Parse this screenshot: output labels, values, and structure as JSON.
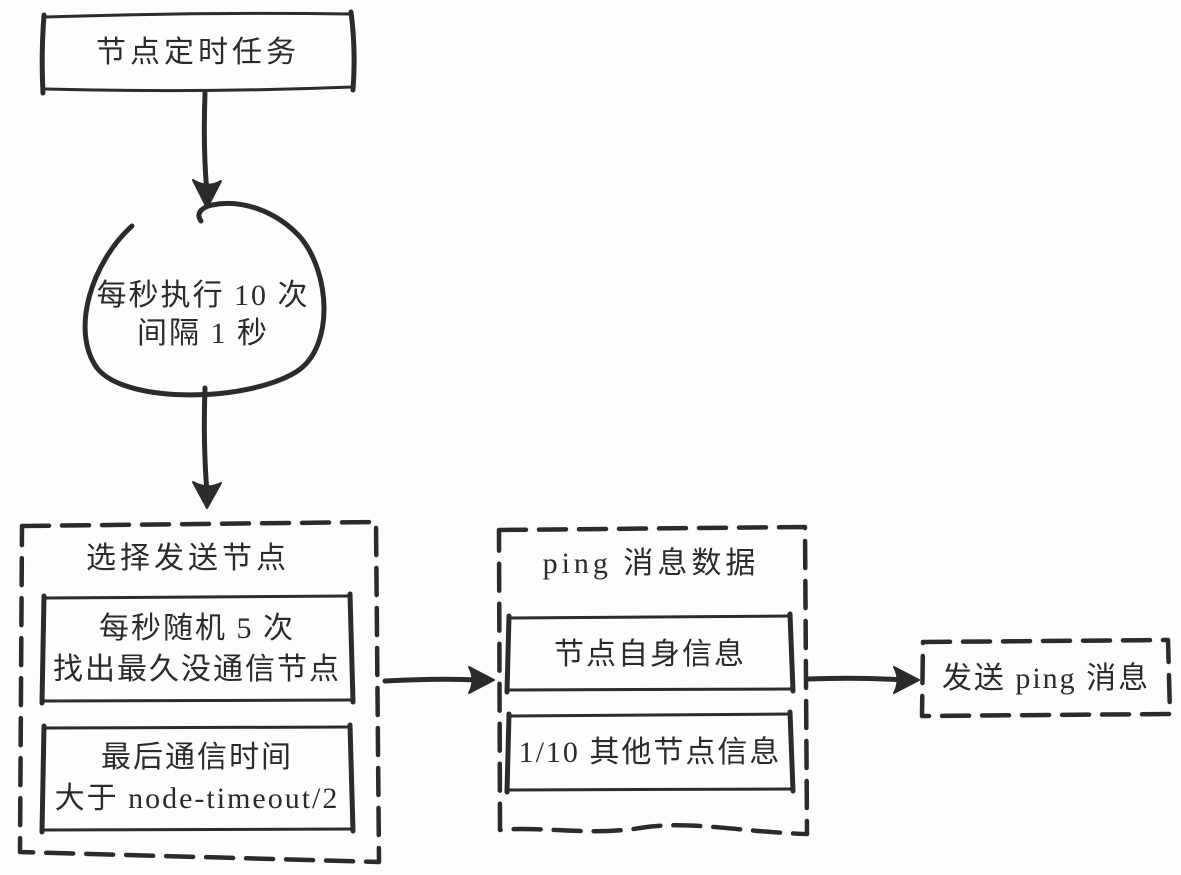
{
  "nodes": {
    "timer_task": {
      "label": "节点定时任务"
    },
    "frequency": {
      "line1": "每秒执行 10 次",
      "line2": "间隔 1 秒"
    },
    "select_group": {
      "title": "选择发送节点",
      "step1": {
        "line1": "每秒随机 5 次",
        "line2": "找出最久没通信节点"
      },
      "step2": {
        "line1": "最后通信时间",
        "line2": "大于 node-timeout/2"
      }
    },
    "ping_data": {
      "title": "ping 消息数据",
      "item1": "节点自身信息",
      "item2": "1/10 其他节点信息"
    },
    "send": {
      "label": "发送 ping 消息"
    }
  },
  "colors": {
    "ink": "#2b2b2b",
    "paper": "#fdfdfc"
  }
}
